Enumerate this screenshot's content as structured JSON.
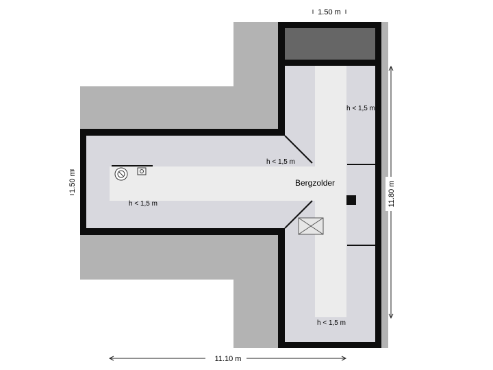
{
  "plan": {
    "room_label": "Bergzolder",
    "height_notes": [
      "h < 1,5 m",
      "h < 1,5 m",
      "h < 1,5 m",
      "h < 1,5 m"
    ],
    "dimensions": {
      "top": "1.50 m",
      "left": "1.50 m",
      "right": "11.80 m",
      "bottom": "11.10 m"
    }
  }
}
